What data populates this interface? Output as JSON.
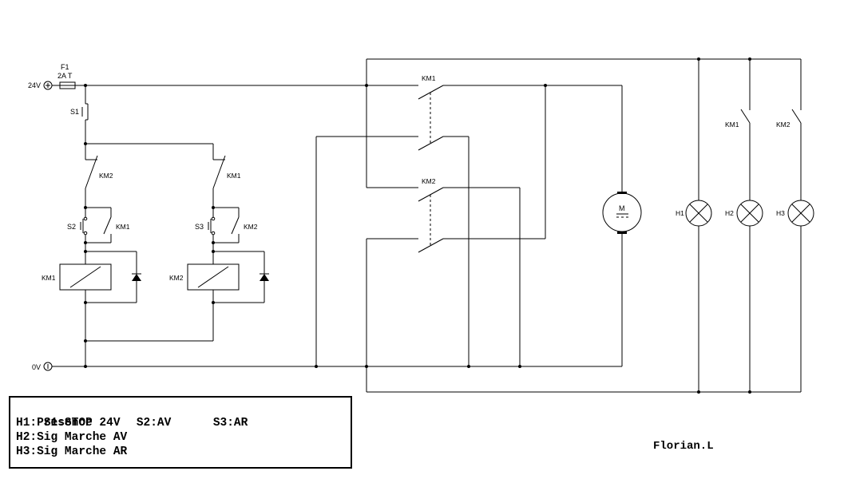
{
  "supply": {
    "positive": "24V",
    "negative": "0V"
  },
  "fuse": {
    "name": "F1",
    "rating": "2A T"
  },
  "switches": {
    "stop": "S1",
    "forward": "S2",
    "reverse": "S3"
  },
  "contactors": {
    "k1": "KM1",
    "k2": "KM2"
  },
  "motor": {
    "symbol": "M"
  },
  "lamps": {
    "h1": "H1",
    "h2": "H2",
    "h3": "H3"
  },
  "legend": {
    "row1": {
      "s1": "S1:STOP",
      "s2": "S2:AV",
      "s3": "S3:AR"
    },
    "row2": "H1:Presence 24V",
    "row3": "H2:Sig Marche AV",
    "row4": "H3:Sig Marche AR"
  },
  "author": "Florian.L"
}
